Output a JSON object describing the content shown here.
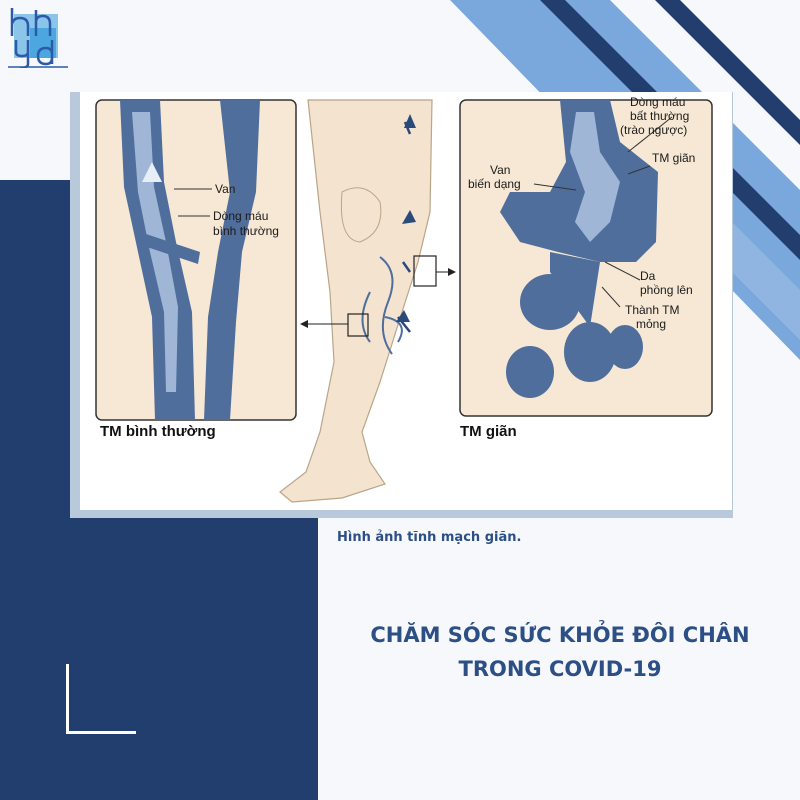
{
  "colors": {
    "navy": "#223e6e",
    "light_blue": "#7aa8dc",
    "vein_blue": "#4f6e9c",
    "title_blue": "#2c4f86",
    "skin": "#f4e4cf"
  },
  "logo": {
    "icon": "bhyd-logo-icon"
  },
  "illustration": {
    "left_panel": {
      "caption": "TM bình thường",
      "label_van": "Van",
      "label_flow_1": "Dòng máu",
      "label_flow_2": "bình thường"
    },
    "right_panel": {
      "caption": "TM giãn",
      "label_abnormal_1": "Dòng máu",
      "label_abnormal_2": "bất thường",
      "label_abnormal_3": "(trào ngược)",
      "label_dilated": "TM giãn",
      "label_valve_1": "Van",
      "label_valve_2": "biến dạng",
      "label_skin_1": "Da",
      "label_skin_2": "phồng lên",
      "label_wall_1": "Thành TM",
      "label_wall_2": "mỏng"
    }
  },
  "caption": "Hình ảnh tĩnh mạch giãn.",
  "title": {
    "line1": "CHĂM SÓC SỨC KHỎE ĐÔI CHÂN",
    "line2": "TRONG COVID-19"
  }
}
